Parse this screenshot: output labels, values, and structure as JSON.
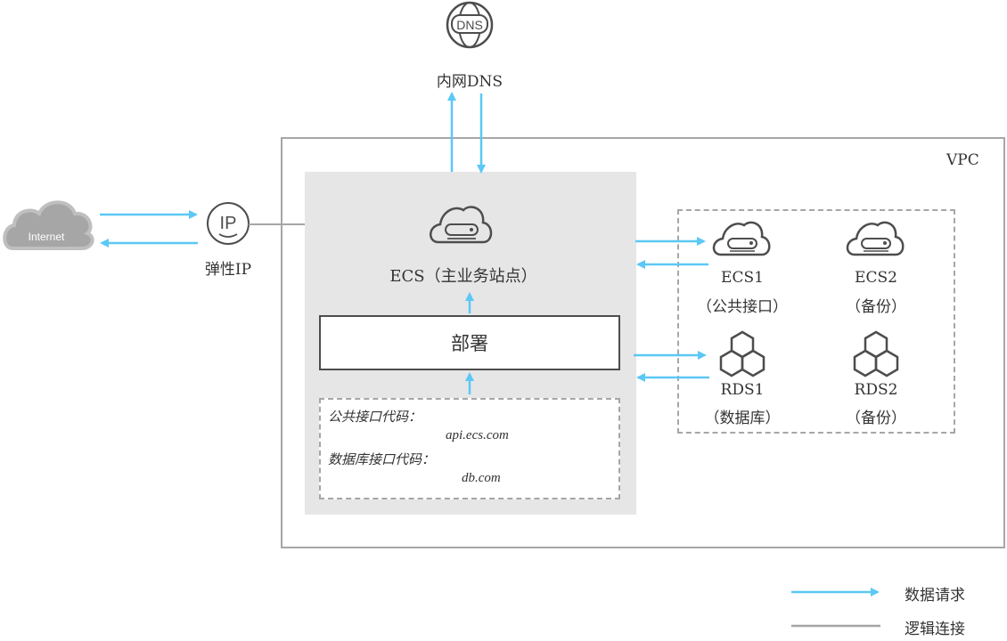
{
  "diagram": {
    "title_region": "VPC",
    "colors": {
      "data_request": "#5bc8f5",
      "logical_link": "#a6a6a6",
      "panel": "#e6e6e6",
      "icon_stroke": "#4d4d4d"
    },
    "nodes": {
      "dns": {
        "icon": "dns-globe-icon",
        "icon_text": "DNS",
        "label": "内网DNS"
      },
      "internet": {
        "icon": "internet-cloud-icon",
        "icon_text": "Internet"
      },
      "eip": {
        "icon": "ip-icon",
        "icon_text": "IP",
        "label": "弹性IP"
      },
      "ecs_main": {
        "icon": "ecs-cloud-server-icon",
        "label": "ECS（主业务站点）"
      },
      "deploy": {
        "label": "部署"
      },
      "code": {
        "lines": [
          "公共接口代码：",
          "api.ecs.com",
          "数据库接口代码：",
          "db.com"
        ]
      },
      "ecs1": {
        "icon": "ecs-cloud-server-icon",
        "label": "ECS1",
        "sublabel": "（公共接口）"
      },
      "ecs2": {
        "icon": "ecs-cloud-server-icon",
        "label": "ECS2",
        "sublabel": "（备份）"
      },
      "rds1": {
        "icon": "rds-hexagon-icon",
        "label": "RDS1",
        "sublabel": "（数据库）"
      },
      "rds2": {
        "icon": "rds-hexagon-icon",
        "label": "RDS2",
        "sublabel": "（备份）"
      }
    },
    "edges": [
      {
        "from": "internet",
        "to": "eip",
        "type": "data_request"
      },
      {
        "from": "eip",
        "to": "internet",
        "type": "data_request"
      },
      {
        "from": "eip",
        "to": "ecs_main",
        "type": "logical_link"
      },
      {
        "from": "ecs_main",
        "to": "dns",
        "type": "data_request"
      },
      {
        "from": "dns",
        "to": "ecs_main",
        "type": "data_request"
      },
      {
        "from": "ecs_main",
        "to": "ecs1",
        "type": "data_request"
      },
      {
        "from": "ecs1",
        "to": "ecs_main",
        "type": "data_request"
      },
      {
        "from": "ecs_main",
        "to": "rds1",
        "type": "data_request"
      },
      {
        "from": "rds1",
        "to": "ecs_main",
        "type": "data_request"
      },
      {
        "from": "code",
        "to": "deploy",
        "type": "data_request"
      },
      {
        "from": "deploy",
        "to": "ecs_main",
        "type": "data_request"
      }
    ],
    "legend": [
      {
        "type": "data_request",
        "label": "数据请求"
      },
      {
        "type": "logical_link",
        "label": "逻辑连接"
      }
    ]
  }
}
